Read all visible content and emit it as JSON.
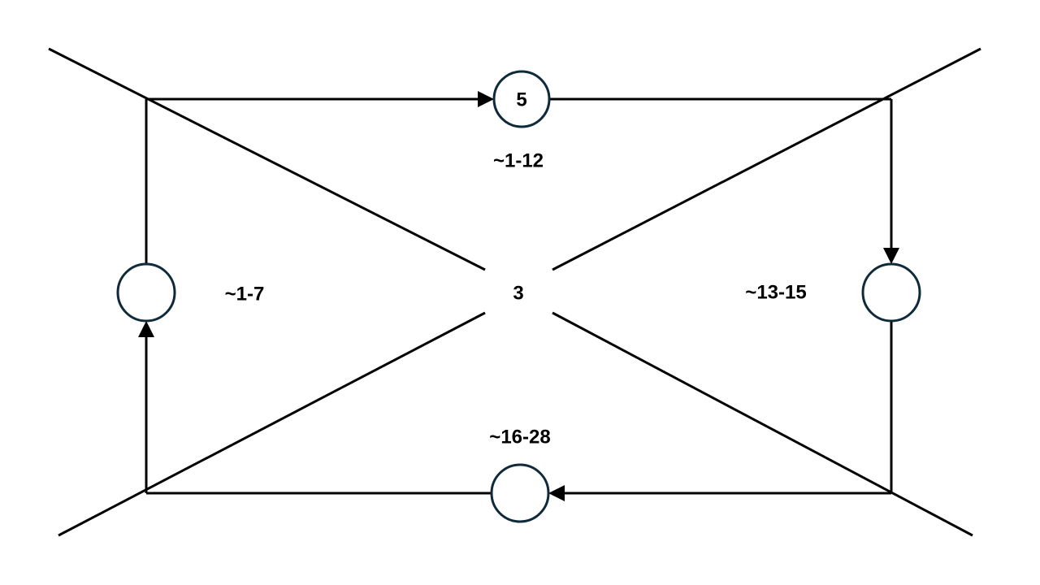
{
  "diagram": {
    "center_label": "3",
    "top_node_label": "5",
    "labels": {
      "top": "~1-12",
      "left": "~1-7",
      "right": "~13-15",
      "bottom": "~16-28"
    },
    "colors": {
      "line": "#000000",
      "node_stroke": "#0f2a3a",
      "node_fill": "#ffffff"
    }
  }
}
